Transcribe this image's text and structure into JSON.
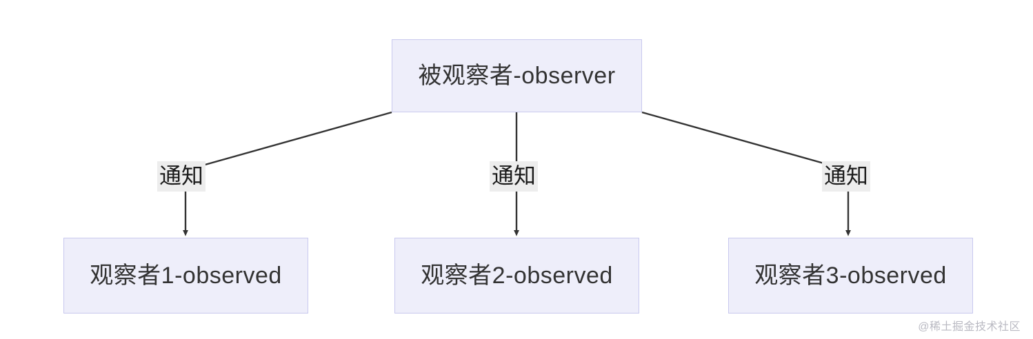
{
  "diagram": {
    "title": "observer-pattern-diagram",
    "background_color": "#ffffff",
    "node_fill": "#eeeefa",
    "node_border": "#c8c8ee",
    "text_color": "#333333",
    "edge_color": "#333333",
    "edge_label_bg": "#ededed"
  },
  "nodes": {
    "root": {
      "label": "被观察者-observer"
    },
    "observers": [
      {
        "label": "观察者1-observed"
      },
      {
        "label": "观察者2-observed"
      },
      {
        "label": "观察者3-observed"
      }
    ]
  },
  "edges": [
    {
      "label": "通知",
      "from": "被观察者-observer",
      "to": "观察者1-observed"
    },
    {
      "label": "通知",
      "from": "被观察者-observer",
      "to": "观察者2-observed"
    },
    {
      "label": "通知",
      "from": "被观察者-observer",
      "to": "观察者3-observed"
    }
  ],
  "watermark": {
    "text": "@稀土掘金技术社区"
  }
}
